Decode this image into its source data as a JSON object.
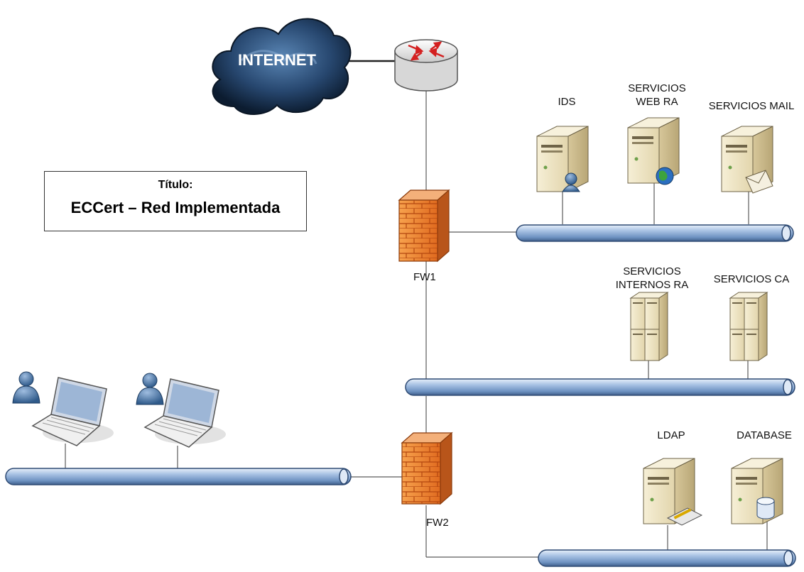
{
  "title_box": {
    "label": "Título:",
    "title": "ECCert – Red Implementada"
  },
  "internet": {
    "label": "INTERNET"
  },
  "firewalls": {
    "fw1": "FW1",
    "fw2": "FW2"
  },
  "servers": {
    "ids": "IDS",
    "web_ra_line1": "SERVICIOS",
    "web_ra_line2": "WEB RA",
    "mail": "SERVICIOS MAIL",
    "internos_line1": "SERVICIOS",
    "internos_line2": "INTERNOS RA",
    "ca": "SERVICIOS CA",
    "ldap": "LDAP",
    "database": "DATABASE"
  },
  "colors": {
    "pipe": "#8fb0d6",
    "pipe_dark": "#2e4a73",
    "firewall": "#e8752c",
    "cloud": "#1e3a5c",
    "server": "#efe6c8",
    "line": "#555555"
  }
}
